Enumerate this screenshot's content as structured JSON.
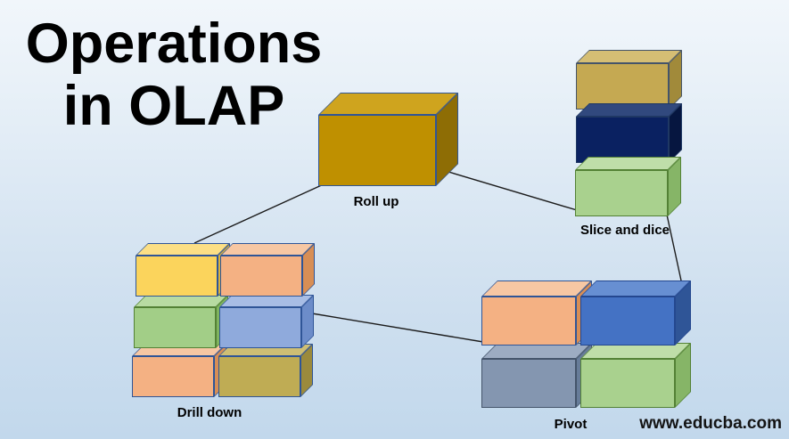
{
  "title": {
    "line1": "Operations",
    "line2": "in OLAP"
  },
  "watermark": "www.educba.com",
  "background": {
    "top": "#F1F6FB",
    "bottom": "#C2D8EC"
  },
  "connector_color": "#1b1b1b",
  "nodes": {
    "rollup": {
      "label": "Roll up",
      "boxes": [
        {
          "name": "gold-cube",
          "face": "#BF9000",
          "top": "#CFA41E",
          "side": "#8E6D05",
          "border": "#2F5597"
        }
      ]
    },
    "slice": {
      "label": "Slice and dice",
      "boxes": [
        {
          "name": "tan-cube",
          "face": "#C5A952",
          "top": "#D5BE74",
          "side": "#A18A3A",
          "border": "#44546A"
        },
        {
          "name": "navy-cube",
          "face": "#0A2161",
          "top": "#31497E",
          "side": "#061640",
          "border": "#1F3864"
        },
        {
          "name": "light-green-cube",
          "face": "#A9D18E",
          "top": "#BFDEA9",
          "side": "#86B567",
          "border": "#538135"
        }
      ]
    },
    "drilldown": {
      "label": "Drill down",
      "boxes": [
        {
          "name": "yellow-cube",
          "face": "#FBD45C",
          "top": "#FCDF85",
          "side": "#D9B23B",
          "border": "#2F5597"
        },
        {
          "name": "peach-cube",
          "face": "#F4B183",
          "top": "#F7C7A3",
          "side": "#D88E55",
          "border": "#2F5597"
        },
        {
          "name": "green-cube",
          "face": "#A2CE87",
          "top": "#B8DBA2",
          "side": "#7FB35F",
          "border": "#538135"
        },
        {
          "name": "periwinkle-cube",
          "face": "#8FAADC",
          "top": "#A8BDE5",
          "side": "#6C8CC9",
          "border": "#2F5597"
        },
        {
          "name": "peach-cube",
          "face": "#F4B183",
          "top": "#F7C7A3",
          "side": "#D88E55",
          "border": "#2F5597"
        },
        {
          "name": "olive-cube",
          "face": "#BFAC54",
          "top": "#CEBE74",
          "side": "#9B8A3C",
          "border": "#2F5597"
        }
      ]
    },
    "pivot": {
      "label": "Pivot",
      "boxes": [
        {
          "name": "peach-cube",
          "face": "#F4B183",
          "top": "#F7C7A3",
          "side": "#D88E55",
          "border": "#2F5597"
        },
        {
          "name": "blue-cube",
          "face": "#4472C4",
          "top": "#678FD2",
          "side": "#2F5597",
          "border": "#24478F"
        },
        {
          "name": "gray-blue-cube",
          "face": "#8496B0",
          "top": "#9DACC2",
          "side": "#677C99",
          "border": "#44546A"
        },
        {
          "name": "green-cube",
          "face": "#A9D18E",
          "top": "#BFDEA9",
          "side": "#86B567",
          "border": "#538135"
        }
      ]
    }
  }
}
